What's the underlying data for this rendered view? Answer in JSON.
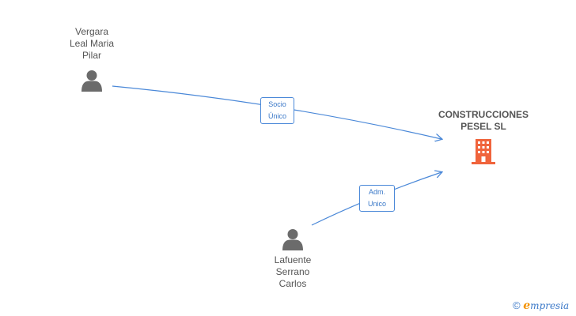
{
  "nodes": {
    "person_1": {
      "name_lines": [
        "Vergara",
        "Leal Maria",
        "Pilar"
      ]
    },
    "person_2": {
      "name_lines": [
        "Lafuente",
        "Serrano",
        "Carlos"
      ]
    },
    "company": {
      "name_lines": [
        "CONSTRUCCIONES",
        "PESEL SL"
      ]
    }
  },
  "edges": {
    "edge_1": {
      "label_lines": [
        "Socio",
        "Único"
      ]
    },
    "edge_2": {
      "label_lines": [
        "Adm.",
        "Unico"
      ]
    }
  },
  "colors": {
    "edge": "#4a88d8",
    "person_icon": "#6b6b6b",
    "company_icon": "#f0643c"
  },
  "watermark": {
    "copyright_symbol": "©",
    "brand_initial": "e",
    "brand_rest": "mpresia"
  }
}
